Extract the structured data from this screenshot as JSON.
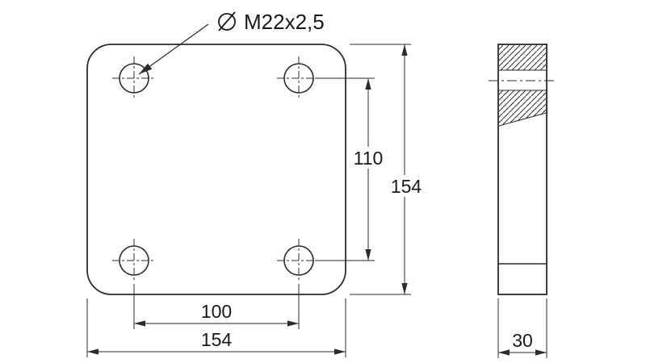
{
  "drawing": {
    "callout": {
      "diameter_symbol": "⌀",
      "thread_label": "M22x2,5"
    },
    "dimensions": {
      "hole_spacing_vertical": "110",
      "overall_height": "154",
      "hole_spacing_horizontal": "100",
      "overall_width": "154",
      "thickness": "30"
    },
    "colors": {
      "line": "#2b2b2b",
      "text": "#1a1a1a",
      "background": "#ffffff"
    }
  }
}
